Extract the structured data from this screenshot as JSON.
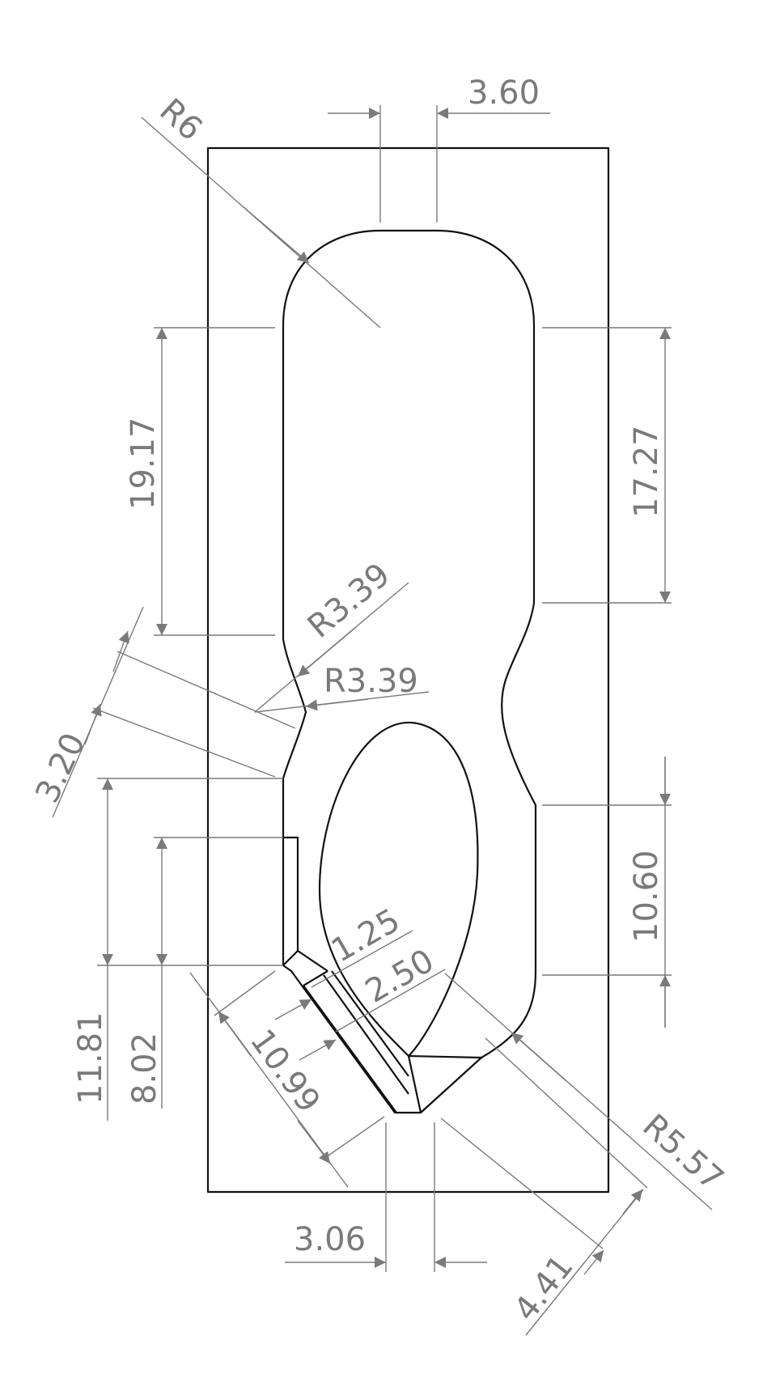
{
  "colors": {
    "outline": "#111111",
    "dimension": "#7a7a7a",
    "background": "#ffffff"
  },
  "dimensions": {
    "r6": "R6",
    "top_width": "3.60",
    "left_upper": "19.17",
    "right_upper": "17.27",
    "r339_a": "R3.39",
    "r339_b": "R3.39",
    "left_angle": "3.20",
    "right_lower": "10.60",
    "d125": "1.25",
    "d250": "2.50",
    "left_bottom": "11.81",
    "left_bottom_inner": "8.02",
    "slot_length": "10.99",
    "r557": "R5.57",
    "bottom_width": "3.06",
    "bottom_angle": "4.41"
  }
}
